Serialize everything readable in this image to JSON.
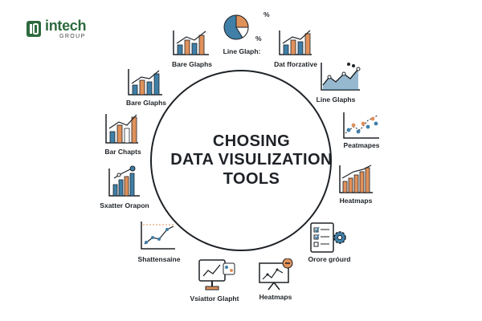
{
  "logo": {
    "brand": "intech",
    "sub": "GROUP"
  },
  "title": {
    "line1": "CHOSING",
    "line2": "DATA VISULIZATION",
    "line3": "TOOLS"
  },
  "pie_percents": [
    "%",
    "%"
  ],
  "items": [
    {
      "label": "Bare Glaphs",
      "icon": "bar-growth-icon"
    },
    {
      "label": "Line Glaph:",
      "icon": "pie-chart-icon"
    },
    {
      "label": "Dat fforzative",
      "icon": "bar-growth-icon"
    },
    {
      "label": "Line Glaphs",
      "icon": "line-chart-icon"
    },
    {
      "label": "Peatmapes",
      "icon": "scatter-plot-icon"
    },
    {
      "label": "Heatmaps",
      "icon": "bar-growth-icon"
    },
    {
      "label": "Orore gróurd",
      "icon": "checklist-gear-icon"
    },
    {
      "label": "Heatmaps",
      "icon": "presentation-board-icon"
    },
    {
      "label": "Vsiattor Glapht",
      "icon": "monitor-chart-icon"
    },
    {
      "label": "Shattensaine",
      "icon": "scatter-trend-icon"
    },
    {
      "label": "Sxatter Orapon",
      "icon": "bar-trend-icon"
    },
    {
      "label": "Bar Chapts",
      "icon": "bar-growth-icon"
    },
    {
      "label": "Bare Glaphs",
      "icon": "bar-growth-icon"
    }
  ],
  "colors": {
    "blue": "#3f7fa8",
    "orange": "#e0915a",
    "dark": "#1e2227",
    "brand": "#2d6a3e"
  }
}
